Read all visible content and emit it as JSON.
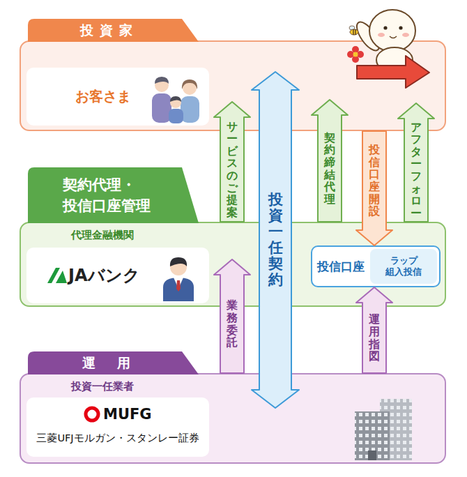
{
  "diagram": {
    "nodes": [
      {
        "text": [
          "投資家"
        ]
      },
      {
        "text": [
          "お客さま"
        ],
        "in": 0
      },
      {
        "text": [
          "契約代理・投信口座管理",
          "代理金融機関"
        ]
      },
      {
        "text": [
          "JAバンク"
        ],
        "in": 2
      },
      {
        "text": [
          "投信口座"
        ],
        "in": 2
      },
      {
        "text": [
          "ラップ 組入投信"
        ],
        "in": 4
      },
      {
        "text": [
          "運用",
          "投資一任業者"
        ]
      },
      {
        "text": [
          "MUFG",
          "三菱UFJモルガン・スタンレー証券"
        ],
        "in": 6
      }
    ],
    "edges": [
      {
        "from": 2,
        "to": 0,
        "label": "サービスのご提案",
        "arrow": "to"
      },
      {
        "from": 0,
        "to": 6,
        "label": "投資一任契約",
        "arrow": "both"
      },
      {
        "from": 2,
        "to": 0,
        "label": "契約締結代理",
        "arrow": "to"
      },
      {
        "from": 0,
        "to": 4,
        "label": "投信口座開設",
        "arrow": "to"
      },
      {
        "from": 2,
        "to": 0,
        "label": "アフターフォロー",
        "arrow": "to"
      },
      {
        "from": 6,
        "to": 2,
        "label": "業務委託",
        "arrow": "to"
      },
      {
        "from": 6,
        "to": 4,
        "label": "運用指図",
        "arrow": "to"
      }
    ]
  }
}
